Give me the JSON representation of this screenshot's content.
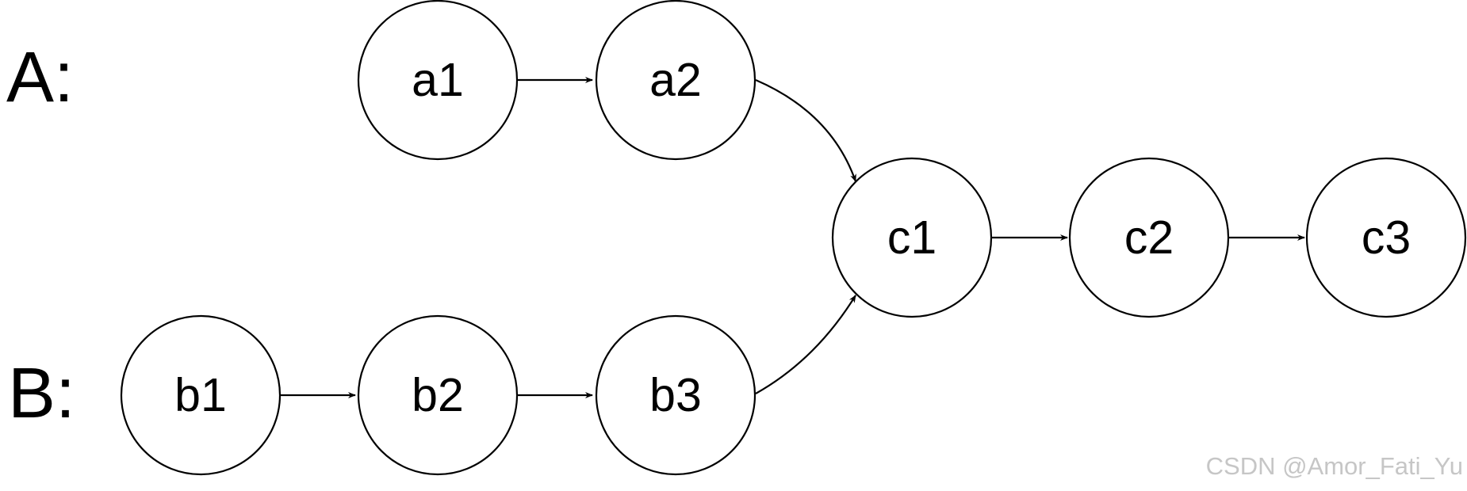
{
  "rows": {
    "A": "A:",
    "B": "B:"
  },
  "nodes": {
    "a1": "a1",
    "a2": "a2",
    "b1": "b1",
    "b2": "b2",
    "b3": "b3",
    "c1": "c1",
    "c2": "c2",
    "c3": "c3"
  },
  "edges": [
    {
      "from": "a1",
      "to": "a2"
    },
    {
      "from": "a2",
      "to": "c1"
    },
    {
      "from": "b1",
      "to": "b2"
    },
    {
      "from": "b2",
      "to": "b3"
    },
    {
      "from": "b3",
      "to": "c1"
    },
    {
      "from": "c1",
      "to": "c2"
    },
    {
      "from": "c2",
      "to": "c3"
    }
  ],
  "watermark": "CSDN @Amor_Fati_Yu",
  "colors": {
    "stroke": "#000000",
    "fill": "#ffffff",
    "watermark": "#c6c6c6"
  }
}
